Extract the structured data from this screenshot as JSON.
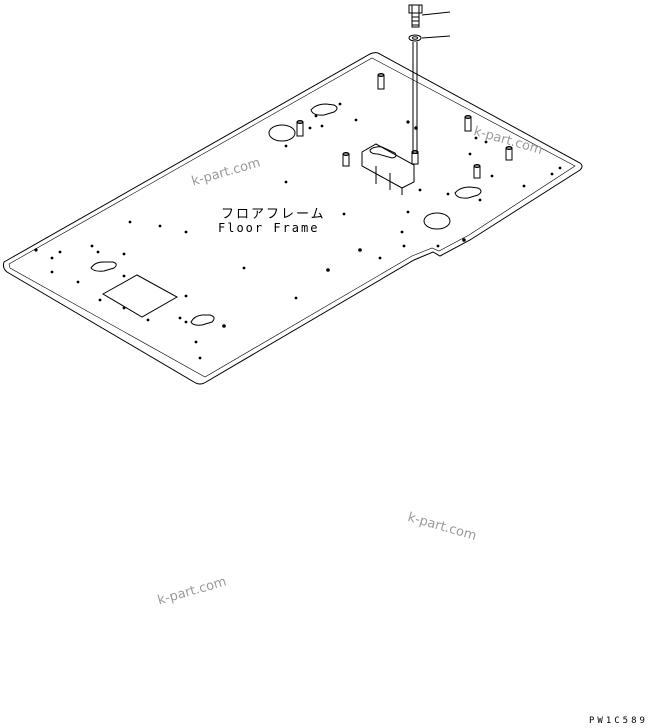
{
  "part": {
    "name_jp": "フロアフレーム",
    "name_en": "Floor Frame"
  },
  "drawing_code": "PW1C589",
  "watermarks": [
    "k-part.com",
    "k-part.com",
    "k-part.com",
    "k-part.com"
  ],
  "callouts": [
    "bolt-icon",
    "washer-icon"
  ],
  "colors": {
    "line": "#000000",
    "background": "#ffffff",
    "watermark": "#9a9a9a"
  }
}
